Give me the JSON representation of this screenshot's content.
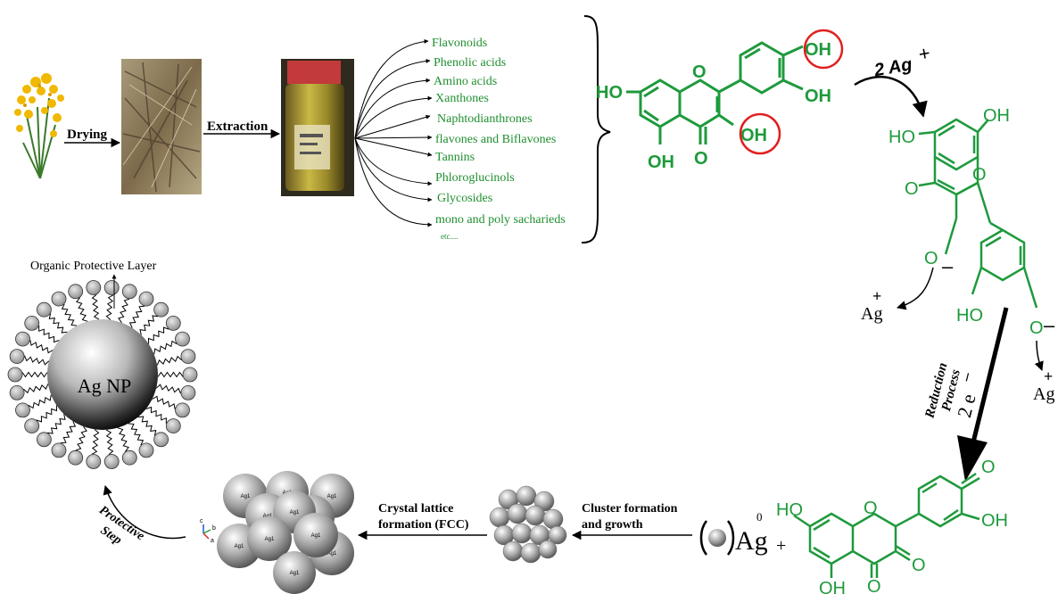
{
  "pipeline": {
    "drying_label": "Drying",
    "extraction_label": "Extraction"
  },
  "compounds": [
    "Flavonoids",
    "Phenolic acids",
    "Amino acids",
    "Xanthones",
    "Naphtodianthrones",
    "flavones and Biflavones",
    "Tannins",
    "Phloroglucinols",
    "Glycosides",
    "mono and poly sacharieds",
    "etc...."
  ],
  "molecule1": {
    "oh_left": "HO",
    "oh_top_right": "OH",
    "oh_right": "OH",
    "oh_ring": "OH",
    "oh_bottom": "OH",
    "ring_o": "O",
    "carbonyl_o": "O",
    "reagent": "2 Ag",
    "reagent_charge": "+"
  },
  "molecule2": {
    "oh_top": "OH",
    "ho_left": "HO",
    "carbonyl_o": "O",
    "ring_o": "O",
    "o_minus_1": "O",
    "ho_bottom": "HO",
    "o_minus_2": "O",
    "minus": "–",
    "ag_plus_1": "Ag",
    "ag_plus_2": "Ag",
    "plus": "+"
  },
  "reduction": {
    "line1": "Reduction",
    "line2": "Process",
    "electrons": "2 e",
    "minus": "–"
  },
  "molecule3": {
    "ho_left": "HO",
    "oh_right": "OH",
    "oh_bottom": "OH",
    "ring_o": "O",
    "ketone_top": "O",
    "ketone_mid": "O",
    "ketone_bottom": "O"
  },
  "ag0": {
    "label": "Ag",
    "superscript": "0",
    "plus": "+"
  },
  "steps": {
    "cluster_line1": "Cluster formation",
    "cluster_line2": "and growth",
    "crystal_line1": "Crystal lattice",
    "crystal_line2": "formation (FCC)",
    "protective_line1": "Protective",
    "protective_line2": "Step"
  },
  "fcc": {
    "atom_label": "Ag1",
    "axis_c": "c",
    "axis_b": "b",
    "axis_a": "a"
  },
  "nanoparticle": {
    "core_label": "Ag NP",
    "layer_label": "Organic Protective Layer"
  },
  "colors": {
    "molecule_green": "#1e9a3c",
    "compound_text_green": "#1f8f2f",
    "highlight_red": "#e02020"
  }
}
